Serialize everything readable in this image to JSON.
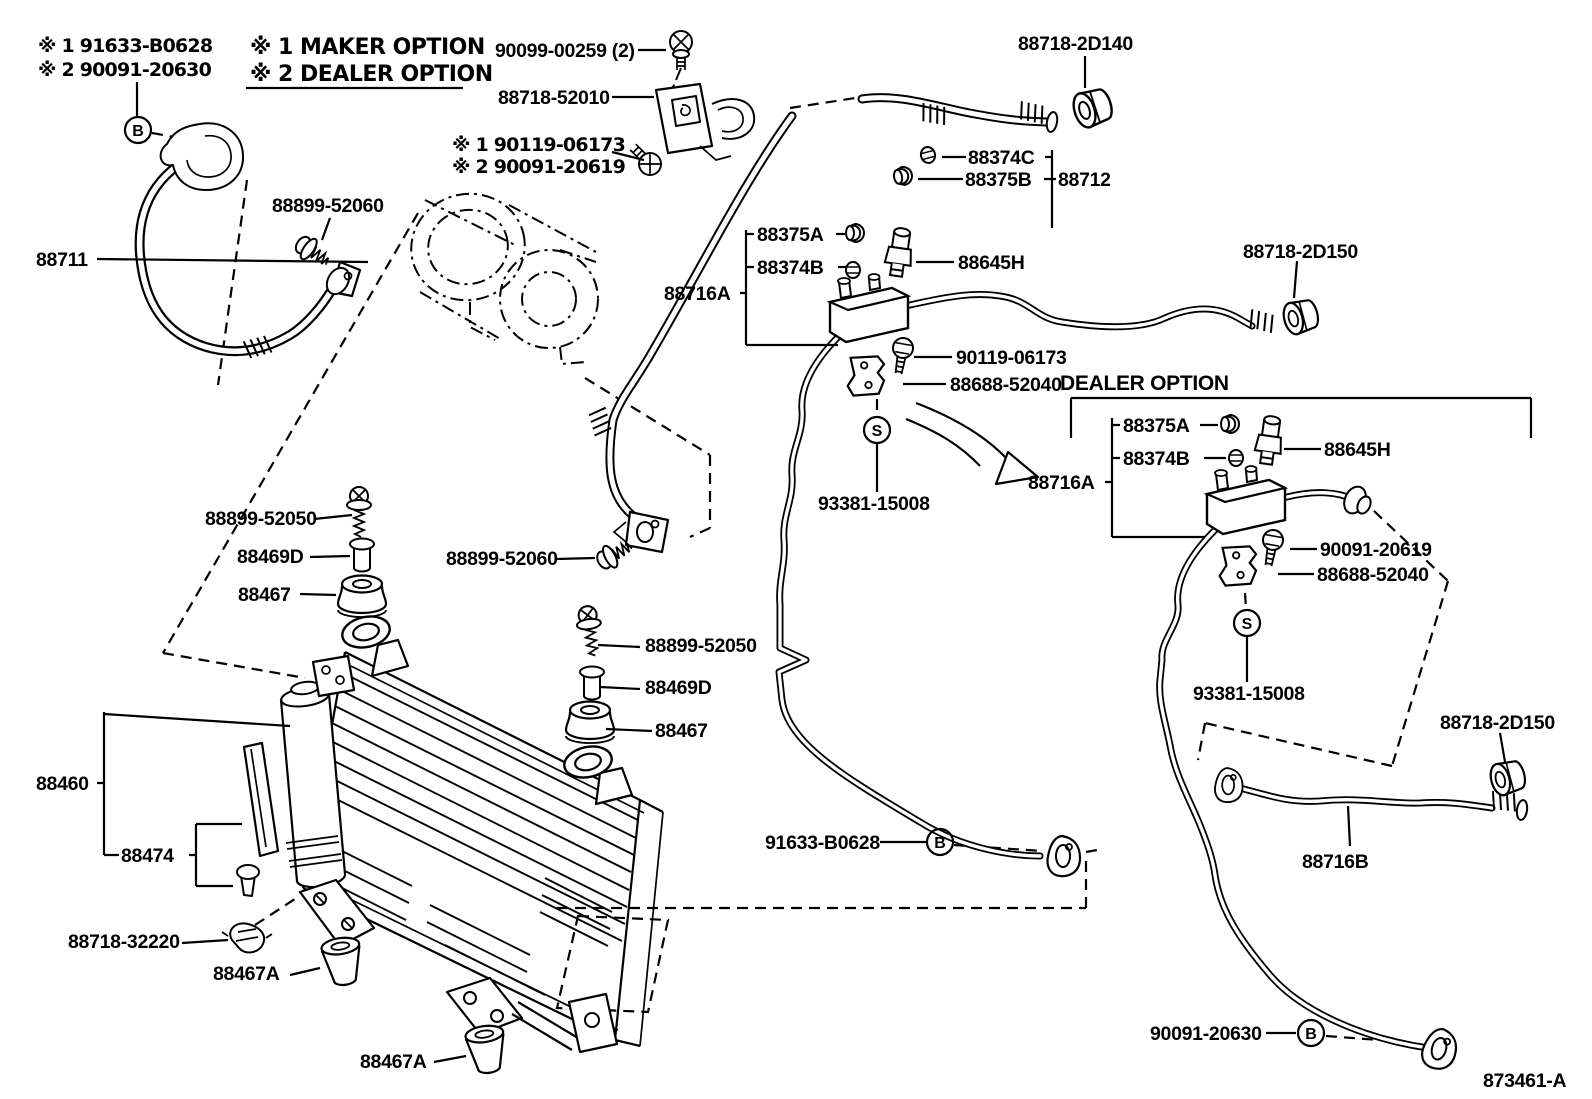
{
  "labels": {
    "note_maker_part": "※ 1 91633-B0628",
    "note_dealer_part": "※ 2 90091-20630",
    "legend_maker": "※ 1 MAKER OPTION",
    "legend_dealer": "※ 2 DEALER OPTION",
    "dealer_option": "DEALER OPTION",
    "n90099": "90099-00259 (2)",
    "n88718_52010": "88718-52010",
    "note_90119": "※ 1 90119-06173",
    "note_90091_20619": "※ 2 90091-20619",
    "n88718_2d140": "88718-2D140",
    "n88374c": "88374C",
    "n88375b": "88375B",
    "n88712": "88712",
    "n88711": "88711",
    "n88899_52060": "88899-52060",
    "n88375a": "88375A",
    "n88374b": "88374B",
    "n88645h": "88645H",
    "n88716a": "88716A",
    "n90119_06173": "90119-06173",
    "n88688_52040": "88688-52040",
    "n93381_15008": "93381-15008",
    "n88718_2d150": "88718-2D150",
    "n90091_20619": "90091-20619",
    "n88716b": "88716B",
    "n91633_b0628": "91633-B0628",
    "n90091_20630": "90091-20630",
    "n88899_52050": "88899-52050",
    "n88469d": "88469D",
    "n88467": "88467",
    "n88460": "88460",
    "n88474": "88474",
    "n88718_32220": "88718-32220",
    "n88467a": "88467A",
    "symbol_b": "B",
    "symbol_s": "S",
    "drawing_number": "873461-A"
  }
}
